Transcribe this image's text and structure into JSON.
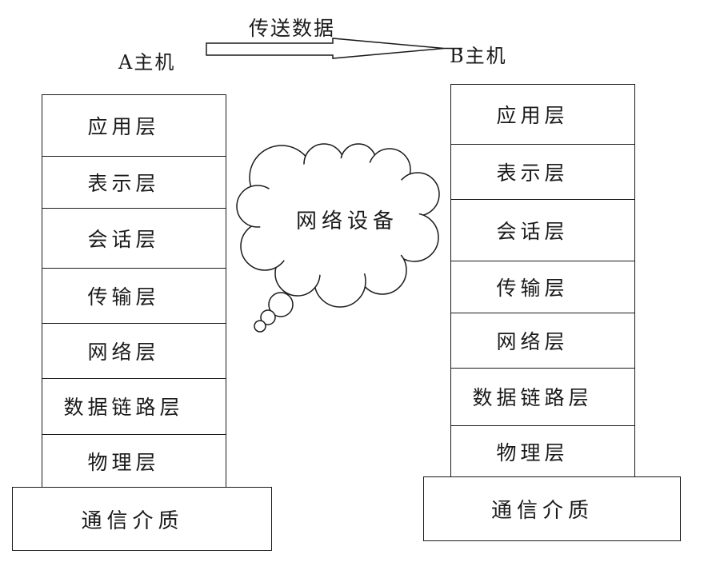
{
  "diagram": {
    "transfer_label": "传送数据",
    "host_a_label": "A主机",
    "host_b_label": "B主机",
    "cloud_label": "网络设备",
    "medium_label": "通信介质",
    "layers": [
      "应用层",
      "表示层",
      "会话层",
      "传输层",
      "网络层",
      "数据链路层",
      "物理层"
    ],
    "colors": {
      "line": "#1a1a1a",
      "background": "#ffffff"
    }
  }
}
